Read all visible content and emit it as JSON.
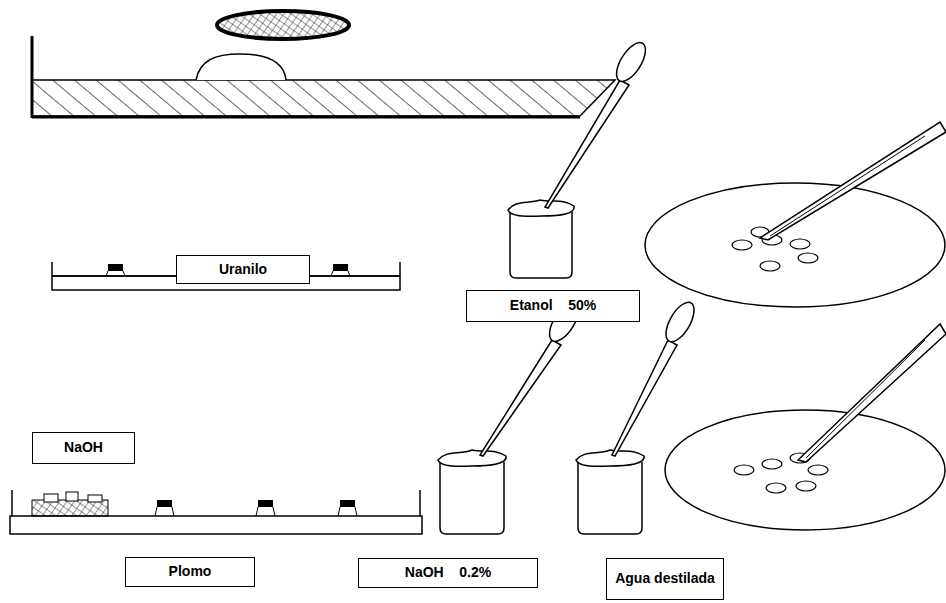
{
  "diagram": {
    "nodes": [
      {
        "text": [
          "Uranilo"
        ]
      },
      {
        "text": [
          "Etanol    50%"
        ]
      },
      {
        "text": [
          "NaOH"
        ]
      },
      {
        "text": [
          "Plomo"
        ]
      },
      {
        "text": [
          "NaOH    0.2%"
        ]
      },
      {
        "text": [
          "Agua destilada"
        ]
      }
    ]
  }
}
